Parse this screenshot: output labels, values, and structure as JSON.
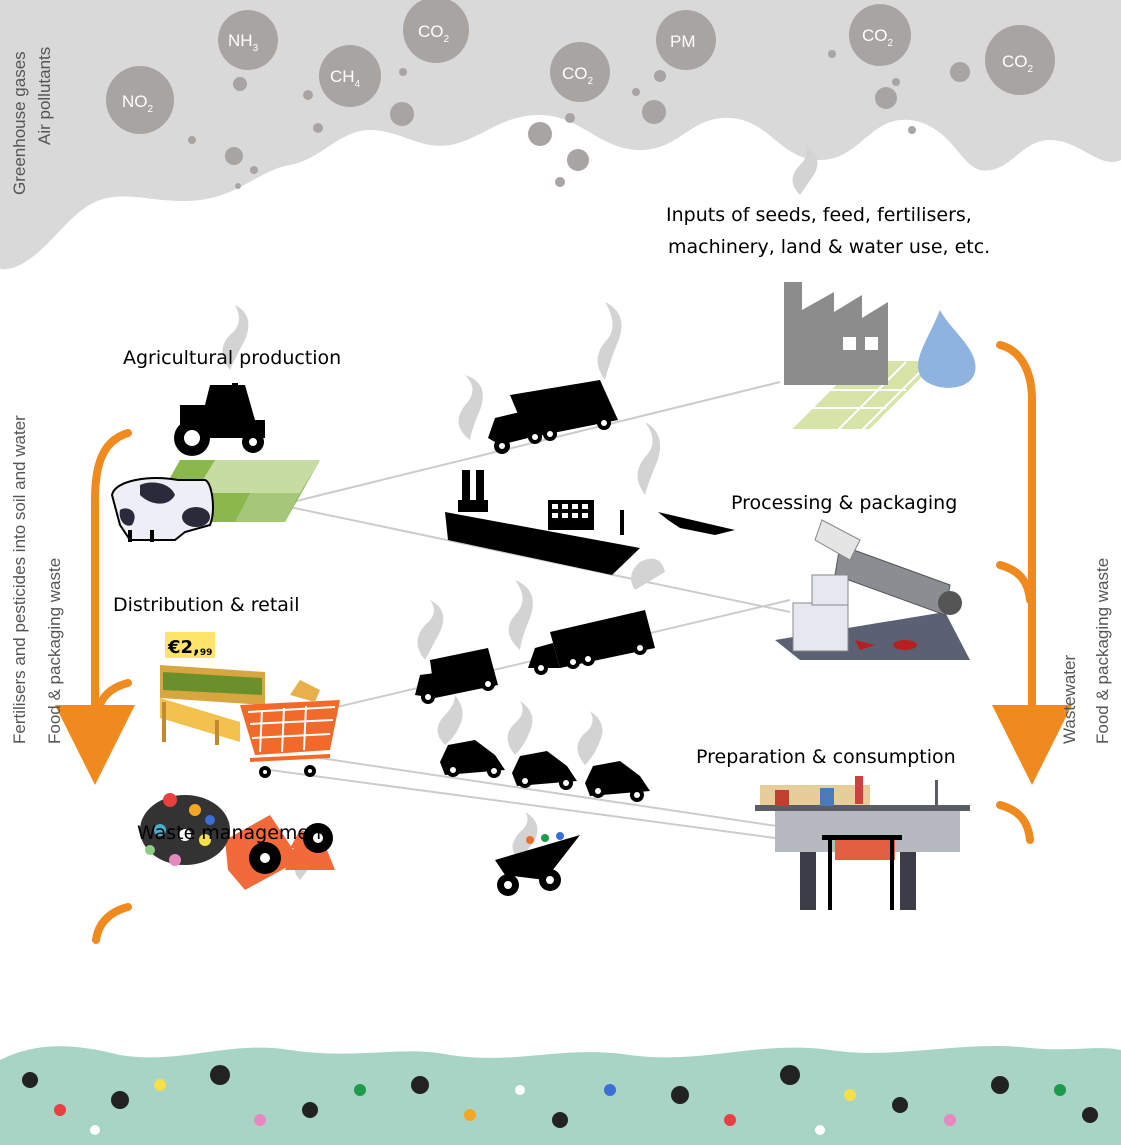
{
  "emissions": {
    "label_line1": "Greenhouse gases",
    "label_line2": "Air pollutants",
    "gases": [
      {
        "base": "NO",
        "sub": "2"
      },
      {
        "base": "NH",
        "sub": "3"
      },
      {
        "base": "CH",
        "sub": "4"
      },
      {
        "base": "CO",
        "sub": "2"
      },
      {
        "base": "CO",
        "sub": "2"
      },
      {
        "base": "PM",
        "sub": ""
      },
      {
        "base": "CO",
        "sub": "2"
      },
      {
        "base": "CO",
        "sub": "2"
      }
    ]
  },
  "stages": {
    "inputs_line1": "Inputs of seeds, feed, fertilisers,",
    "inputs_line2": "machinery, land & water use, etc.",
    "agricultural": "Agricultural production",
    "processing": "Processing & packaging",
    "distribution": "Distribution & retail",
    "preparation": "Preparation & consumption",
    "waste": "Waste management"
  },
  "price_tag": {
    "main": "€2,",
    "cents": "99"
  },
  "left_flow": {
    "line1": "Fertilisers and pesticides into soil and water",
    "line2": "Food & packaging waste"
  },
  "right_flow": {
    "line1": "Wastewater",
    "line2": "Food & packaging waste"
  },
  "colors": {
    "cloud": "#d9d9d9",
    "gas_bubble": "#a8a4a2",
    "arrow": "#f08a1e",
    "smoke": "#d3d3d3",
    "field_light": "#d6e4a8",
    "field_green": "#8ab84a",
    "water": "#8fb3df",
    "factory": "#8c8c8c",
    "line": "#cccccc"
  }
}
